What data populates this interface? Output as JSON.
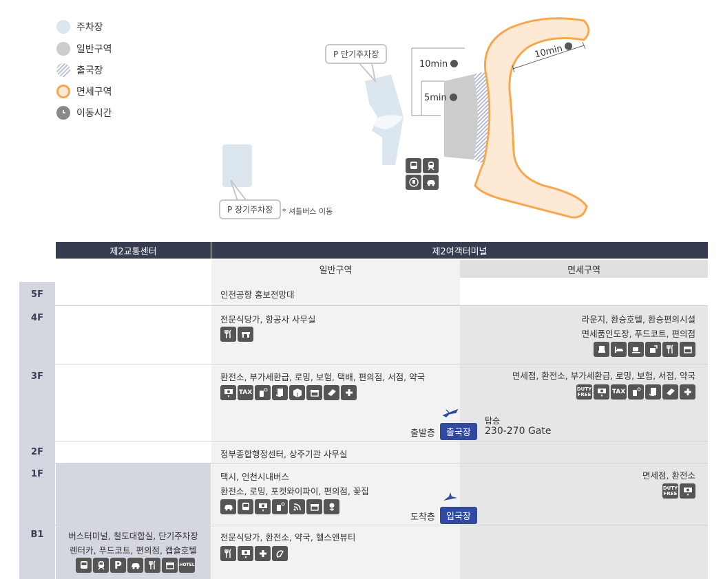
{
  "legend": [
    {
      "label": "주차장",
      "type": "parking",
      "color": "#dce6ee"
    },
    {
      "label": "일반구역",
      "type": "general",
      "color": "#cccccc"
    },
    {
      "label": "출국장",
      "type": "departure",
      "color": "#9aa0c8"
    },
    {
      "label": "면세구역",
      "type": "dutyfree",
      "color": "#f7a84e"
    },
    {
      "label": "이동시간",
      "type": "time",
      "color": "#888888"
    }
  ],
  "map": {
    "short_parking": "P 단기주차장",
    "long_parking": "P 장기주차장",
    "shuttle_note": "* 셔틀버스 이동",
    "time_10min": "10min",
    "time_5min": "5min",
    "time_10min_concourse": "10min",
    "transport_icons": [
      "bus-icon",
      "train-icon",
      "subway-icon",
      "taxi-icon"
    ]
  },
  "table": {
    "header_transport": "제2교통센터",
    "header_terminal": "제2여객터미널",
    "sub_general": "일반구역",
    "sub_dutyfree": "면세구역",
    "colors": {
      "header": "#373c50",
      "floor_col": "#d4d7df",
      "general_bg": "#f2f2f2",
      "dutyfree_bg": "#e6e6e6",
      "badge": "#2f4a9e"
    },
    "floors": [
      {
        "floor": "5F",
        "general": [
          "인천공항 홍보전망대"
        ],
        "dutyfree": []
      },
      {
        "floor": "4F",
        "general": [
          "전문식당가, 항공사 사무실"
        ],
        "general_icons": [
          "restaurant-icon",
          "office-icon"
        ],
        "dutyfree": [
          "라운지, 환승호텔, 환승편의시설",
          "면세품인도장, 푸드코트, 편의점"
        ],
        "dutyfree_icons": [
          "lounge-icon",
          "hotel-bed-icon",
          "cafe-icon",
          "pickup-icon",
          "restaurant-icon",
          "store-icon"
        ]
      },
      {
        "floor": "3F",
        "general": [
          "환전소, 부가세환급, 로밍, 보험, 택배, 편의점, 서점, 약국"
        ],
        "general_icons": [
          "exchange-icon",
          "tax-icon",
          "roaming-icon",
          "insurance-icon",
          "delivery-icon",
          "store-icon",
          "book-icon",
          "pharmacy-icon"
        ],
        "dutyfree": [
          "면세점, 환전소, 부가세환급, 로밍, 보험, 서점, 약국"
        ],
        "dutyfree_icons": [
          "dutyfree-icon",
          "exchange-icon",
          "tax-icon",
          "roaming-icon",
          "insurance-icon",
          "book-icon",
          "pharmacy-icon"
        ],
        "level_label": "출발층",
        "badge": "출국장",
        "gate_label": "탑승",
        "gate_range": "230-270 Gate"
      },
      {
        "floor": "2F",
        "general": [
          "정부종합행정센터, 상주기관 사무실"
        ],
        "dutyfree": []
      },
      {
        "floor": "1F",
        "general": [
          "택시, 인천시내버스",
          "환전소, 로밍, 포켓와이파이, 편의점, 꽃집"
        ],
        "general_icons": [
          "taxi-icon",
          "bus-icon",
          "exchange-icon",
          "roaming-icon",
          "wifi-icon",
          "store-icon",
          "flower-icon"
        ],
        "dutyfree": [
          "면세점, 환전소"
        ],
        "dutyfree_icons": [
          "dutyfree-icon",
          "exchange-icon"
        ],
        "level_label": "도착층",
        "badge": "입국장"
      },
      {
        "floor": "B1",
        "transport": [
          "버스터미널, 철도대합실, 단기주차장",
          "렌터카, 푸드코트, 편의점, 캡슐호텔"
        ],
        "transport_icons": [
          "bus-icon",
          "train-icon",
          "parking-icon",
          "rentcar-icon",
          "restaurant-icon",
          "store-icon",
          "hotel-icon"
        ],
        "general": [
          "전문식당가, 환전소, 약국, 헬스앤뷰티"
        ],
        "general_icons": [
          "restaurant-icon",
          "exchange-icon",
          "pharmacy-icon",
          "beauty-icon"
        ],
        "dutyfree": []
      }
    ],
    "icon_text": {
      "tax": "TAX",
      "duty1": "DUTY",
      "duty2": "FREE",
      "hotel": "HOTEL",
      "parking": "P"
    }
  }
}
